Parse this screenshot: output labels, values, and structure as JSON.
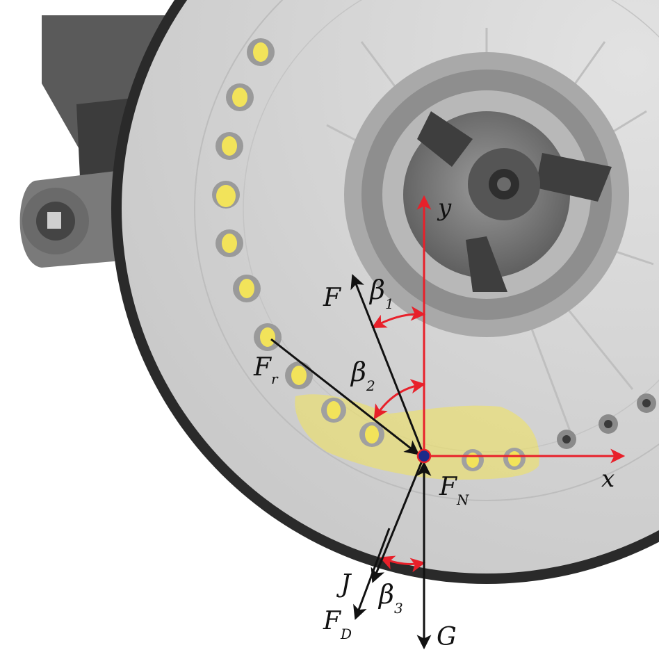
{
  "axes": {
    "x_label": "x",
    "y_label": "y"
  },
  "forces": {
    "F": {
      "symbol": "F"
    },
    "Fr": {
      "symbol": "F",
      "subscript": "r"
    },
    "FN": {
      "symbol": "F",
      "subscript": "N"
    },
    "J": {
      "symbol": "J"
    },
    "FD": {
      "symbol": "F",
      "subscript": "D"
    },
    "G": {
      "symbol": "G"
    }
  },
  "angles": {
    "beta1": {
      "symbol": "β",
      "subscript": "1"
    },
    "beta2": {
      "symbol": "β",
      "subscript": "2"
    },
    "beta3": {
      "symbol": "β",
      "subscript": "3"
    }
  },
  "colors": {
    "axis_red": "#e8202a",
    "force_black": "#111111",
    "disc_gray": "#d6d6d6",
    "hub_dark": "#4a4a4a",
    "seed_yellow": "#f2e35a",
    "origin_blue": "#1d2a8a"
  }
}
